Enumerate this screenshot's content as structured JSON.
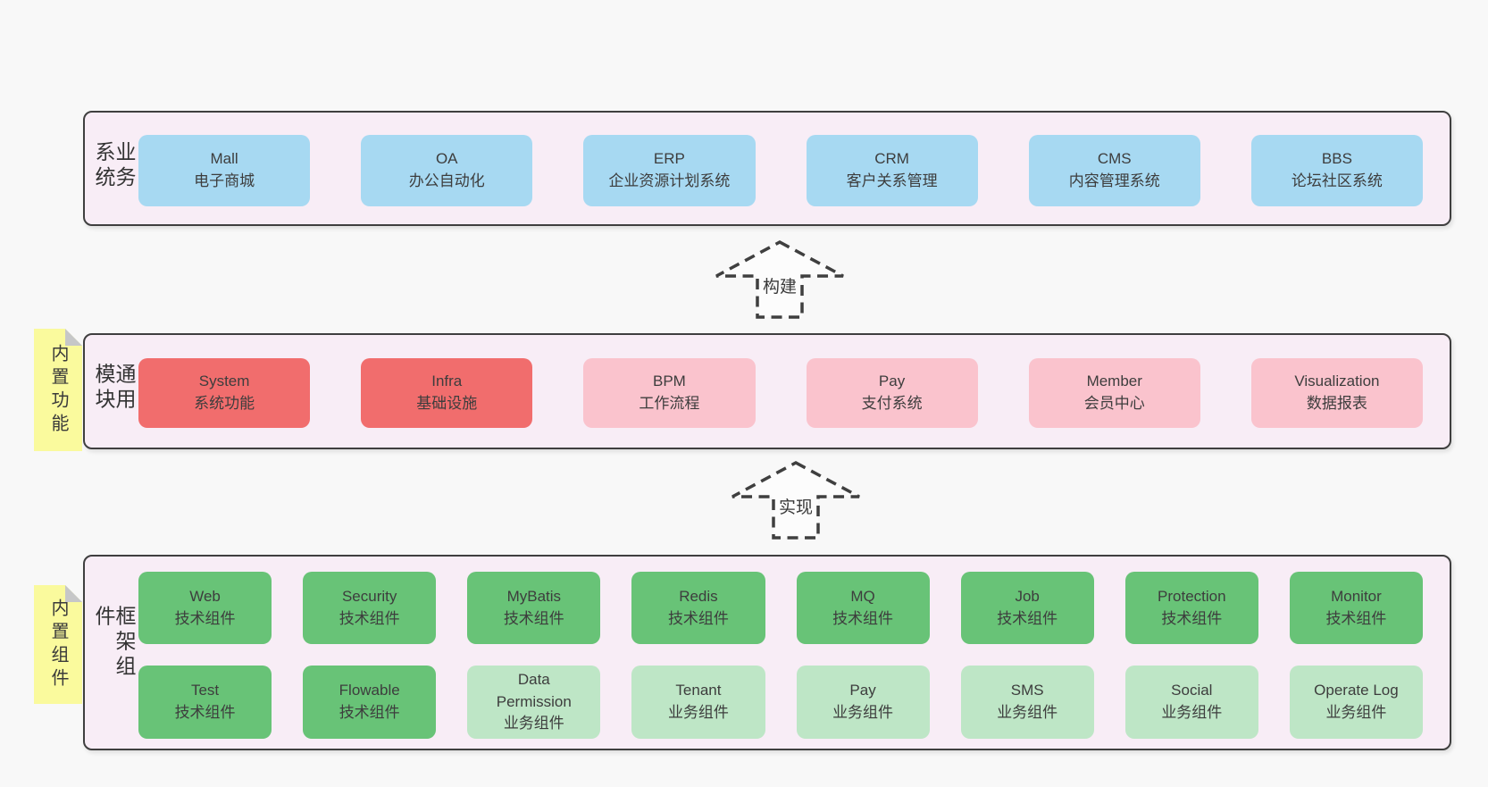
{
  "colors": {
    "page-bg": "#f8f8f8",
    "layer-bg": "#f8edf6",
    "line": "#3f3f3f",
    "blue": "#a7d9f2",
    "red": "#f16d6d",
    "pink": "#fac3cd",
    "green": "#68c377",
    "green-light": "#bee6c6",
    "yellow": "#fafa9d",
    "fold": "#c6c7c8",
    "text": "#3d3d3d"
  },
  "layers": [
    {
      "id": "business-systems",
      "side_label": "业务系统",
      "note": null,
      "rows": [
        [
          {
            "title": "Mall",
            "subtitle": "电子商城",
            "variant": "blue"
          },
          {
            "title": "OA",
            "subtitle": "办公自动化",
            "variant": "blue"
          },
          {
            "title": "ERP",
            "subtitle": "企业资源计划系统",
            "variant": "blue"
          },
          {
            "title": "CRM",
            "subtitle": "客户关系管理",
            "variant": "blue"
          },
          {
            "title": "CMS",
            "subtitle": "内容管理系统",
            "variant": "blue"
          },
          {
            "title": "BBS",
            "subtitle": "论坛社区系统",
            "variant": "blue"
          }
        ]
      ]
    },
    {
      "id": "common-modules",
      "side_label": "通用模块",
      "note": "内置功能",
      "rows": [
        [
          {
            "title": "System",
            "subtitle": "系统功能",
            "variant": "red"
          },
          {
            "title": "Infra",
            "subtitle": "基础设施",
            "variant": "red"
          },
          {
            "title": "BPM",
            "subtitle": "工作流程",
            "variant": "pink"
          },
          {
            "title": "Pay",
            "subtitle": "支付系统",
            "variant": "pink"
          },
          {
            "title": "Member",
            "subtitle": "会员中心",
            "variant": "pink"
          },
          {
            "title": "Visualization",
            "subtitle": "数据报表",
            "variant": "pink"
          }
        ]
      ]
    },
    {
      "id": "framework-components",
      "side_label": "框架组件",
      "note": "内置组件",
      "rows": [
        [
          {
            "title": "Web",
            "subtitle": "技术组件",
            "variant": "green"
          },
          {
            "title": "Security",
            "subtitle": "技术组件",
            "variant": "green"
          },
          {
            "title": "MyBatis",
            "subtitle": "技术组件",
            "variant": "green"
          },
          {
            "title": "Redis",
            "subtitle": "技术组件",
            "variant": "green"
          },
          {
            "title": "MQ",
            "subtitle": "技术组件",
            "variant": "green"
          },
          {
            "title": "Job",
            "subtitle": "技术组件",
            "variant": "green"
          },
          {
            "title": "Protection",
            "subtitle": "技术组件",
            "variant": "green"
          },
          {
            "title": "Monitor",
            "subtitle": "技术组件",
            "variant": "green"
          }
        ],
        [
          {
            "title": "Test",
            "subtitle": "技术组件",
            "variant": "green"
          },
          {
            "title": "Flowable",
            "subtitle": "技术组件",
            "variant": "green"
          },
          {
            "title": "Data Permission",
            "subtitle": "业务组件",
            "variant": "green-light"
          },
          {
            "title": "Tenant",
            "subtitle": "业务组件",
            "variant": "green-light"
          },
          {
            "title": "Pay",
            "subtitle": "业务组件",
            "variant": "green-light"
          },
          {
            "title": "SMS",
            "subtitle": "业务组件",
            "variant": "green-light"
          },
          {
            "title": "Social",
            "subtitle": "业务组件",
            "variant": "green-light"
          },
          {
            "title": "Operate Log",
            "subtitle": "业务组件",
            "variant": "green-light"
          }
        ]
      ]
    }
  ],
  "arrows": [
    {
      "label": "构建"
    },
    {
      "label": "实现"
    }
  ]
}
